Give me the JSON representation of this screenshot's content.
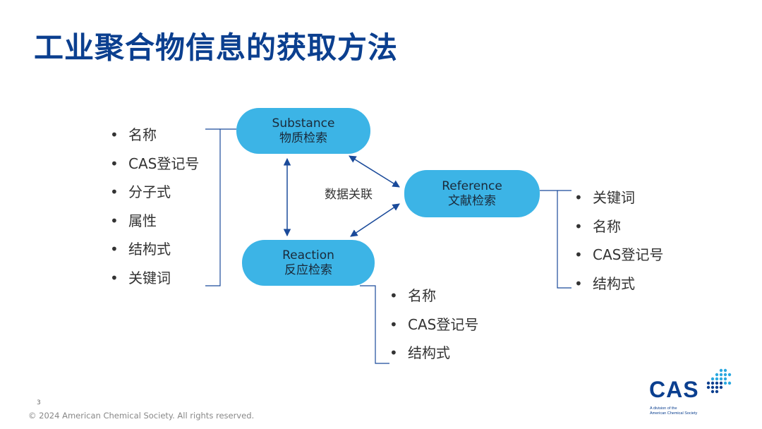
{
  "title": "工业聚合物信息的获取方法",
  "nodes": {
    "substance": {
      "en": "Substance",
      "zh": "物质检索"
    },
    "reference": {
      "en": "Reference",
      "zh": "文献检索"
    },
    "reaction": {
      "en": "Reaction",
      "zh": "反应检索"
    }
  },
  "relation_label": "数据关联",
  "substance_fields": [
    "名称",
    "CAS登记号",
    "分子式",
    "属性",
    "结构式",
    "关键词"
  ],
  "reference_fields": [
    "关键词",
    "名称",
    "CAS登记号",
    "结构式"
  ],
  "reaction_fields": [
    "名称",
    "CAS登记号",
    "结构式"
  ],
  "footer": {
    "page_number": "3",
    "copyright": "© 2024 American Chemical Society. All rights reserved."
  },
  "logo": {
    "text": "CAS",
    "subtitle_line1": "A division of the",
    "subtitle_line2": "American Chemical Society"
  },
  "colors": {
    "title": "#0b3f8f",
    "node_fill": "#3cb4e6",
    "connector": "#1a4a9a",
    "logo_dots_primary": "#2aa8e0",
    "logo_dots_secondary": "#0b3f8f"
  }
}
